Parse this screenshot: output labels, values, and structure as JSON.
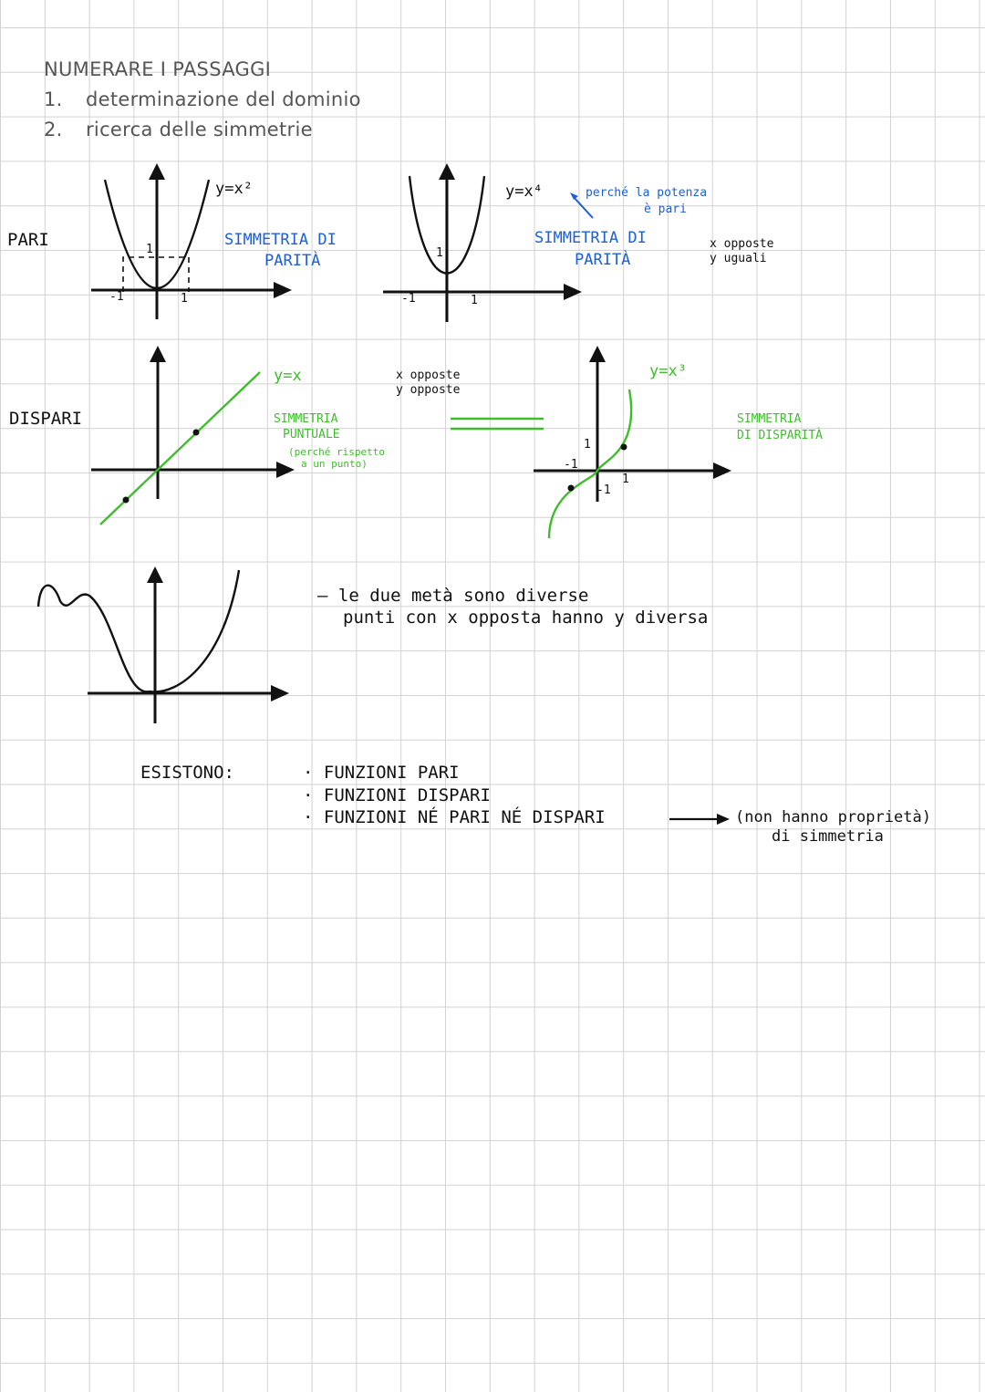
{
  "header": {
    "title": "NUMERARE I PASSAGGI",
    "steps": [
      {
        "num": "1.",
        "text": "determinazione del dominio"
      },
      {
        "num": "2.",
        "text": "ricerca delle simmetrie"
      }
    ]
  },
  "pari": {
    "row_label": "PARI",
    "graph1": {
      "equation": "y=x²",
      "tick_neg": "-1",
      "tick_pos": "1",
      "tick_y": "1",
      "note_line1": "SIMMETRIA DI",
      "note_line2": "PARITÀ"
    },
    "graph2": {
      "equation": "y=x⁴",
      "tick_neg": "-1",
      "tick_pos": "1",
      "tick_y": "1",
      "note_line1": "SIMMETRIA DI",
      "note_line2": "PARITÀ",
      "reason_line1": "perché la potenza",
      "reason_line2": "è pari",
      "rule_line1": "x opposte",
      "rule_line2": "y uguali"
    }
  },
  "dispari": {
    "row_label": "DISPARI",
    "graph1": {
      "equation": "y=x",
      "note_line1": "SIMMETRIA",
      "note_line2": "PUNTUALE",
      "paren_line1": "(perché rispetto",
      "paren_line2": "a un punto)",
      "rule_line1": "x opposte",
      "rule_line2": "y opposte"
    },
    "graph2": {
      "equation": "y=x³",
      "tick_neg": "-1",
      "tick_pos": "1",
      "tick_y": "1",
      "tick_yneg": "-1",
      "note_line1": "SIMMETRIA",
      "note_line2": "DI DISPARITÀ"
    }
  },
  "neither": {
    "note_line1": "– le due metà sono diverse",
    "note_line2": "punti con x opposta hanno y diversa"
  },
  "esistono": {
    "label": "ESISTONO:",
    "items": [
      "FUNZIONI PARI",
      "FUNZIONI DISPARI",
      "FUNZIONI NÉ PARI NÉ DISPARI"
    ],
    "aside_line1": "(non hanno proprietà)",
    "aside_line2": "di simmetria"
  },
  "colors": {
    "blue": "#1c5fd6",
    "green": "#3fbd2c",
    "ink": "#111111",
    "grid": "#d2d2d2"
  }
}
